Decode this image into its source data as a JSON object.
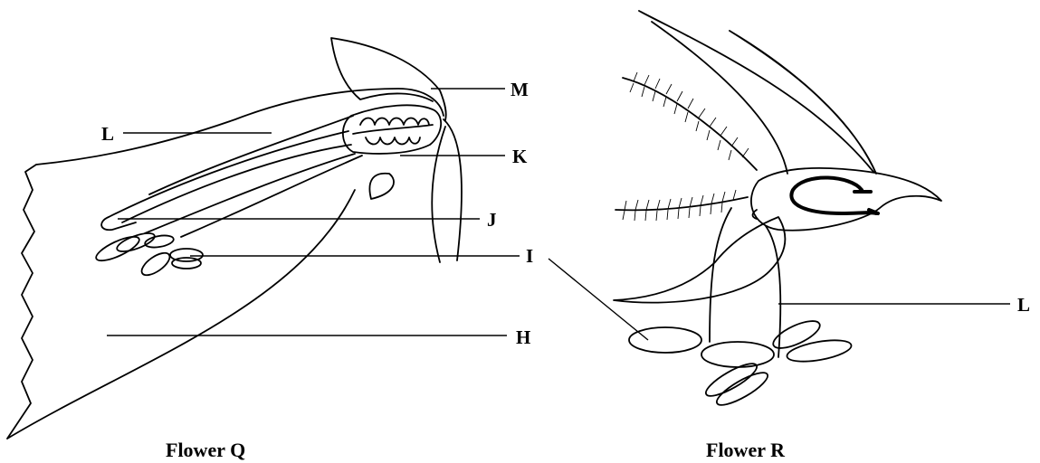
{
  "flower_q": {
    "caption": "Flower Q",
    "labels": {
      "M": "M",
      "L": "L",
      "K": "K",
      "J": "J",
      "I": "I",
      "H": "H"
    }
  },
  "flower_r": {
    "caption": "Flower R",
    "labels": {
      "L": "L"
    }
  },
  "colors": {
    "stroke": "#000000",
    "background": "#ffffff"
  }
}
